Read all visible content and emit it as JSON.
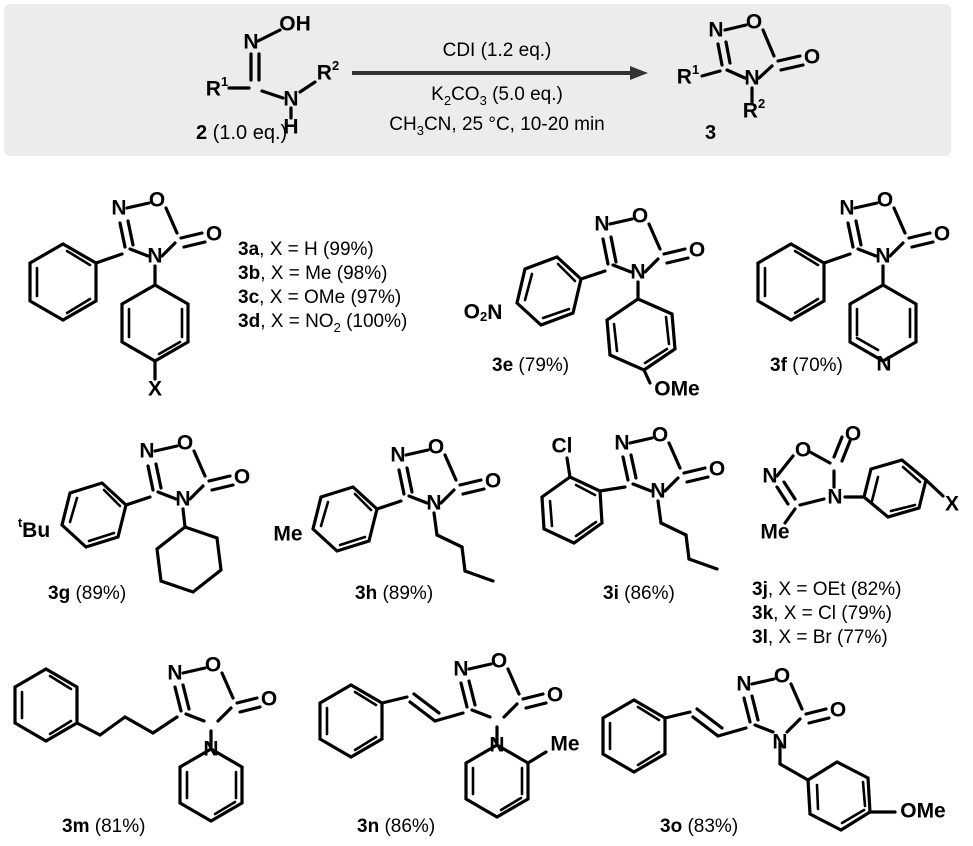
{
  "scheme": {
    "header": {
      "background_color": "#ececec",
      "reactant": {
        "atoms": [
          "N",
          "OH",
          "R1",
          "N",
          "H",
          "R2"
        ],
        "label_bold": "2",
        "label_rest": " (1.0 eq.)"
      },
      "conditions": {
        "above_arrow": "CDI (1.2 eq.)",
        "below_arrow_1": "K2CO3 (5.0 eq.)",
        "below_arrow_1_parts": {
          "pre": "K",
          "sub1": "2",
          "mid": "CO",
          "sub2": "3",
          "post": " (5.0 eq.)"
        },
        "below_arrow_2": "CH3CN, 25 °C, 10-20 min",
        "below_arrow_2_parts": {
          "pre": "CH",
          "sub": "3",
          "post": "CN, 25 °C, 10-20 min"
        }
      },
      "product": {
        "atoms": [
          "N",
          "O",
          "O",
          "R1",
          "N",
          "R2"
        ],
        "label_bold": "3",
        "label_rest": ""
      }
    },
    "products": [
      {
        "id": "3a-3d",
        "core": "1,2,4-oxadiazol-5(4H)-one",
        "r1": "phenyl",
        "r2": "4-X-phenyl",
        "variable_label": "X",
        "entries": [
          {
            "tag": "3a",
            "substituent": "X = H",
            "yield": "(99%)"
          },
          {
            "tag": "3b",
            "substituent": "X = Me",
            "yield": "(98%)"
          },
          {
            "tag": "3c",
            "substituent": "X = OMe",
            "yield": "(97%)"
          },
          {
            "tag": "3d",
            "substituent": "X = NO2",
            "yield": "(100%)"
          }
        ]
      },
      {
        "id": "3e",
        "tag": "3e",
        "yield": "(79%)",
        "caption": "3e (79%)",
        "r1": "4-nitrophenyl",
        "r1_label": "O2N",
        "r2": "4-methoxyphenyl",
        "r2_label": "OMe"
      },
      {
        "id": "3f",
        "tag": "3f",
        "yield": "(70%)",
        "caption": "3f (70%)",
        "r1": "phenyl",
        "r2": "pyridin-4-yl",
        "r2_label": "N"
      },
      {
        "id": "3g",
        "tag": "3g",
        "yield": "(89%)",
        "caption": "3g (89%)",
        "r1": "4-tert-butylphenyl",
        "r1_label": "tBu",
        "r2": "cyclohexyl"
      },
      {
        "id": "3h",
        "tag": "3h",
        "yield": "(89%)",
        "caption": "3h (89%)",
        "r1": "4-methylphenyl",
        "r1_label": "Me",
        "r2": "n-butyl"
      },
      {
        "id": "3i",
        "tag": "3i",
        "yield": "(86%)",
        "caption": "3i (86%)",
        "r1": "2-chlorophenyl",
        "r1_label": "Cl",
        "r2": "n-butyl"
      },
      {
        "id": "3j-3l",
        "r1": "methyl",
        "r1_label": "Me",
        "r2": "4-X-phenyl",
        "variable_label": "X",
        "entries": [
          {
            "tag": "3j",
            "substituent": "X = OEt",
            "yield": "(82%)"
          },
          {
            "tag": "3k",
            "substituent": "X = Cl",
            "yield": "(79%)"
          },
          {
            "tag": "3l",
            "substituent": "X = Br",
            "yield": "(77%)"
          }
        ]
      },
      {
        "id": "3m",
        "tag": "3m",
        "yield": "(81%)",
        "caption": "3m (81%)",
        "r1": "3-phenylpropyl",
        "r2": "phenyl"
      },
      {
        "id": "3n",
        "tag": "3n",
        "yield": "(86%)",
        "caption": "3n (86%)",
        "r1": "(E)-styryl",
        "r2": "2-methylphenyl",
        "r2_label": "Me"
      },
      {
        "id": "3o",
        "tag": "3o",
        "yield": "(83%)",
        "caption": "3o (83%)",
        "r1": "(E)-styryl",
        "r2": "4-methoxybenzyl",
        "r2_label": "OMe"
      }
    ],
    "atom_labels": {
      "N": "N",
      "O": "O",
      "OH": "OH",
      "H": "H",
      "X": "X",
      "Cl": "Cl",
      "Me": "Me",
      "OMe": "OMe",
      "OEt": "OEt",
      "Br": "Br",
      "O2N": "O",
      "NO2_sub": "2",
      "NO2_N": "N",
      "tBu_sup": "t",
      "tBu": "Bu"
    }
  }
}
